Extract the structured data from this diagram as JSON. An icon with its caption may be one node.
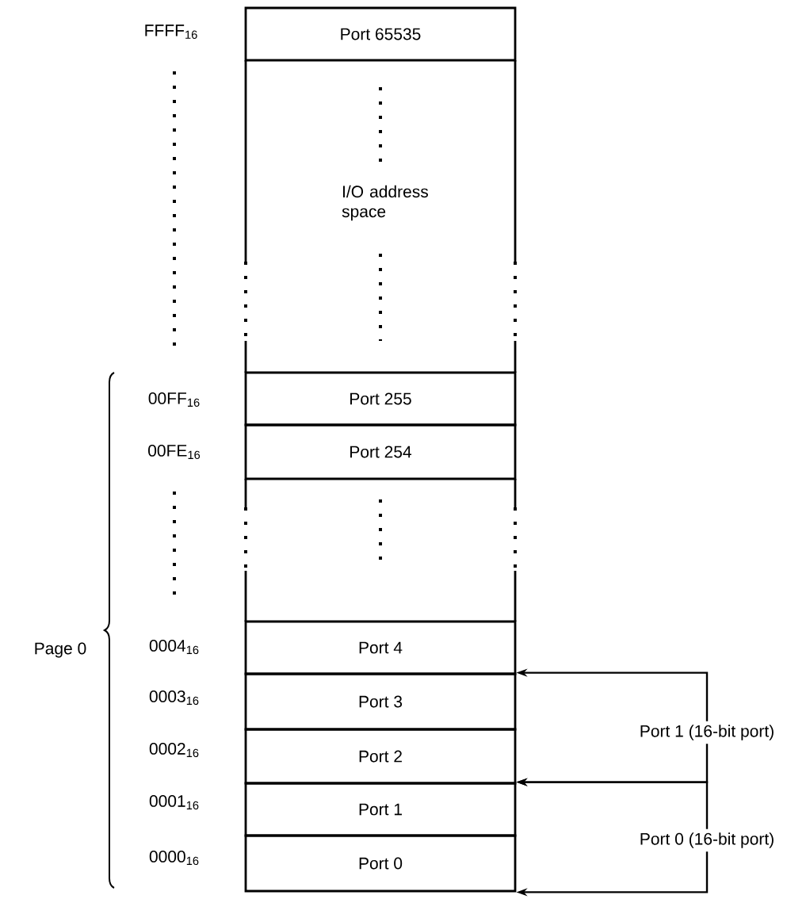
{
  "diagram": {
    "nodes": [
      {
        "text": [
          "Port 65535"
        ]
      },
      {
        "text": [
          "I/O address space"
        ]
      },
      {
        "text": [
          "Port 255"
        ]
      },
      {
        "text": [
          "Port 254"
        ]
      },
      {
        "text": [],
        "shape": "box"
      },
      {
        "text": [
          "Port 4"
        ]
      },
      {
        "text": [
          "Port 3"
        ]
      },
      {
        "text": [
          "Port 2"
        ]
      },
      {
        "text": [
          "Port 1"
        ]
      },
      {
        "text": [
          "Port 0"
        ]
      },
      {
        "text": [
          "Port 1 (16-bit port)"
        ]
      },
      {
        "text": [
          "Port 0 (16-bit port)"
        ]
      }
    ],
    "edges": [
      {
        "from": 10,
        "to": 6,
        "arrow": "to"
      },
      {
        "from": 10,
        "to": 8,
        "arrow": "to"
      },
      {
        "from": 11,
        "to": 8,
        "arrow": "to"
      },
      {
        "from": 11,
        "to": 9,
        "arrow": "to"
      }
    ],
    "labels": [
      "FFFF$_{16}$",
      "00FF$_{16}$",
      "00FE$_{16}$",
      "Page 0",
      "0004$_{16}$",
      "0003$_{16}$",
      "0002$_{16}$",
      "0001$_{16}$",
      "0000$_{16}$"
    ]
  }
}
